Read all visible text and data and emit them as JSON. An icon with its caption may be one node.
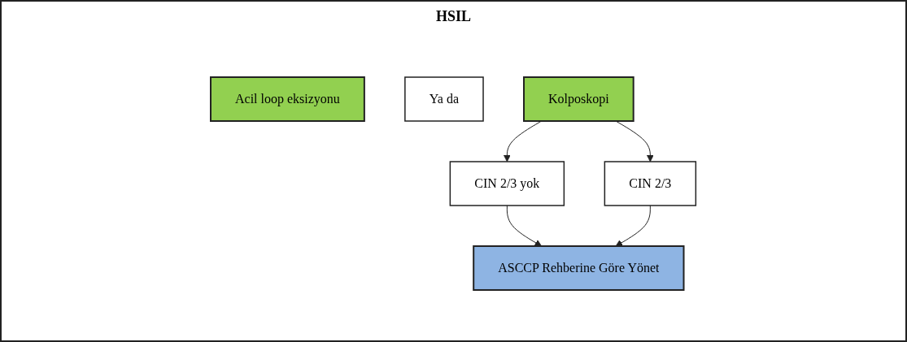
{
  "diagram": {
    "title": "HSIL",
    "nodes": [
      {
        "text": [
          "Acil loop eksizyonu"
        ]
      },
      {
        "text": [
          "Ya da"
        ]
      },
      {
        "text": [
          "Kolposkopi"
        ]
      },
      {
        "text": [
          "CIN 2/3 yok"
        ]
      },
      {
        "text": [
          "CIN 2/3"
        ]
      },
      {
        "text": [
          "ASCCP Rehberine Göre Yönet"
        ]
      }
    ],
    "edges": [
      {
        "from": 2,
        "to": 3,
        "arrow": "to"
      },
      {
        "from": 2,
        "to": 4,
        "arrow": "to"
      },
      {
        "from": 3,
        "to": 5,
        "arrow": "to"
      },
      {
        "from": 4,
        "to": 5,
        "arrow": "to"
      }
    ]
  }
}
